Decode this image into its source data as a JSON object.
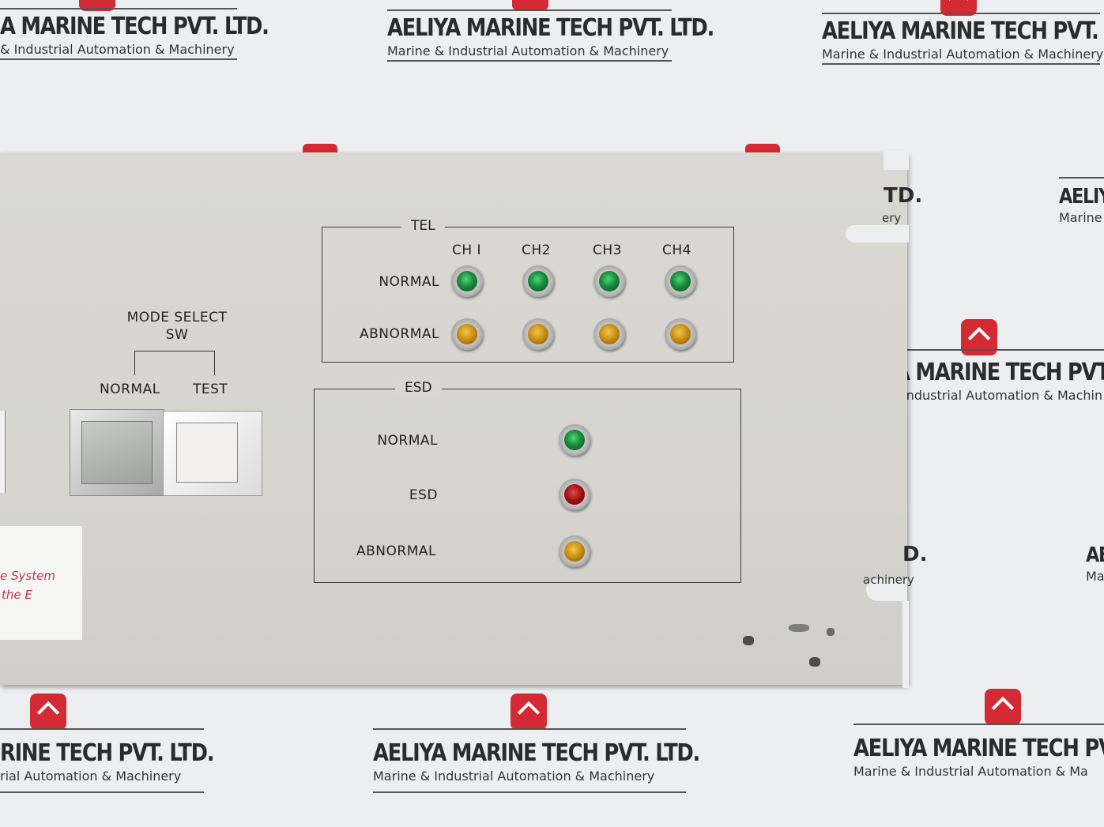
{
  "watermark": {
    "name": "AELIYA MARINE TECH PVT. LTD.",
    "tagline": "Marine & Industrial Automation & Machinery",
    "name_crop_left": "A MARINE TECH PVT. LTD.",
    "tagline_crop_left": "& Industrial Automation & Machinery",
    "name_crop_right_1": "AELIY",
    "tagline_crop_right_1": "Marine",
    "name_crop_mid": "A MARINE TECH PVT. LT",
    "tagline_crop_mid": "Industrial Automation & Machin",
    "name_crop_bl": "RINE TECH PVT. LTD.",
    "tagline_crop_bl": "rial Automation & Machinery",
    "name_crop_br": "AELIYA MARINE TECH PVT",
    "tagline_crop_br": "Marine & Industrial Automation & Ma",
    "fragment_1": "TD.",
    "fragment_2": "ery",
    "fragment_3": "D.",
    "fragment_4": "achinery",
    "fragment_5": "AE",
    "fragment_6": "Ma",
    "badge_color": "#d32a33"
  },
  "panel": {
    "color": "#d8d7d1",
    "mode_select": {
      "title_line1": "MODE SELECT",
      "title_line2": "SW",
      "normal_label": "NORMAL",
      "test_label": "TEST"
    },
    "tel": {
      "title": "TEL",
      "channels": [
        "CH I",
        "CH2",
        "CH3",
        "CH4"
      ],
      "row_normal": "NORMAL",
      "row_abnormal": "ABNORMAL",
      "normal_lamp_color": "green",
      "abnormal_lamp_color": "amber"
    },
    "esd": {
      "title": "ESD",
      "rows": [
        {
          "label": "NORMAL",
          "lamp": "green"
        },
        {
          "label": "ESD",
          "lamp": "red"
        },
        {
          "label": "ABNORMAL",
          "lamp": "amber"
        }
      ]
    },
    "sticker": {
      "line1": "e System",
      "line2": "the E"
    }
  }
}
